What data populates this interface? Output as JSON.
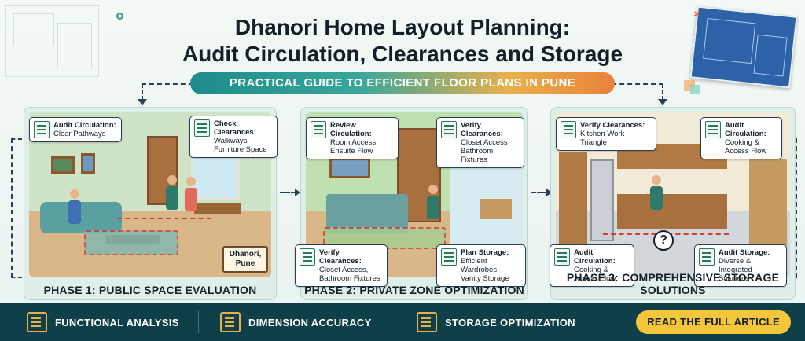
{
  "header": {
    "title_line1": "Dhanori Home Layout Planning:",
    "title_line2": "Audit Circulation, Clearances and Storage",
    "subtitle": "PRACTICAL GUIDE TO EFFICIENT FLOOR PLANS IN PUNE"
  },
  "phases": [
    {
      "label": "PHASE 1: PUBLIC SPACE EVALUATION",
      "callouts": [
        {
          "title": "Audit Circulation:",
          "lines": "Clear Pathways"
        },
        {
          "title": "Check Clearances:",
          "lines": "Walkways Furniture Space"
        }
      ],
      "sign": "Dhanori, Pune"
    },
    {
      "label": "PHASE 2: PRIVATE ZONE OPTIMIZATION",
      "callouts": [
        {
          "title": "Review Circulation:",
          "lines": "Room Access Ensuite Flow"
        },
        {
          "title": "Verify Clearances:",
          "lines": "Closet Access Bathroom Fixtures"
        },
        {
          "title": "Verify Clearances:",
          "lines": "Closet Access, Bathroom Fixtures"
        },
        {
          "title": "Plan Storage:",
          "lines": "Efficient Wardrobes, Vanity Storage"
        }
      ]
    },
    {
      "label": "PHASE 3: COMPREHENSIVE STORAGE SOLUTIONS",
      "callouts": [
        {
          "title": "Verify Clearances:",
          "lines": "Kitchen Work Triangle"
        },
        {
          "title": "Audit Circulation:",
          "lines": "Cooking & Access Flow"
        },
        {
          "title": "Audit Circulation:",
          "lines": "Cooking & Access Flow"
        },
        {
          "title": "Audit Storage:",
          "lines": "Diverse & Integrated Solutions"
        }
      ],
      "question_mark": "?"
    }
  ],
  "footer": {
    "features": [
      "FUNCTIONAL ANALYSIS",
      "DIMENSION ACCURACY",
      "STORAGE OPTIMIZATION"
    ],
    "cta": "READ THE FULL ARTICLE"
  },
  "colors": {
    "bar": "#0f3f48",
    "cta": "#f5c63a",
    "accent_teal": "#1d8c8a",
    "accent_orange": "#e8823a",
    "dashed_red": "#d43b3b"
  }
}
